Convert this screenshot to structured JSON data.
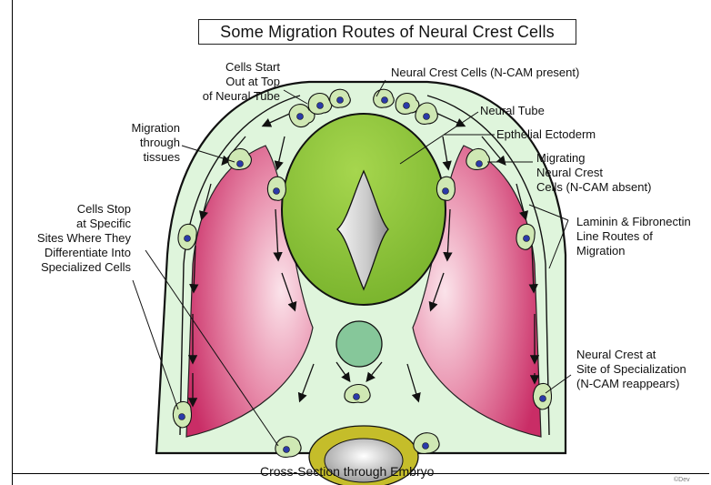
{
  "title": "Some Migration Routes of Neural Crest Cells",
  "caption": "Cross-Section through Embryo",
  "credit": "©Dev",
  "labels": {
    "cells_start": [
      "Cells Start",
      "Out at Top",
      "of Neural Tube"
    ],
    "migration_tissues": [
      "Migration",
      "through",
      "tissues"
    ],
    "cells_stop": [
      "Cells Stop",
      "at Specific",
      "Sites Where They",
      "Differentiate  Into",
      "Specialized Cells"
    ],
    "ncc_present": [
      "Neural Crest Cells (N-CAM present)"
    ],
    "neural_tube": [
      "Neural Tube"
    ],
    "ectoderm": [
      "Epthelial Ectoderm"
    ],
    "migrating_ncc": [
      "Migrating",
      "Neural Crest",
      "Cells (N-CAM absent)"
    ],
    "laminin": [
      "Laminin & Fibronectin",
      "Line Routes of",
      "Migration"
    ],
    "site_spec": [
      "Neural Crest at",
      "Site of Specialization",
      "(N-CAM reappears)"
    ]
  },
  "colors": {
    "embryo_fill": "#dff5dc",
    "neural_tube": "#8cc43c",
    "muscle": "#d8437a",
    "notochord": "#86c79a",
    "aorta_ring": "#b8b020"
  }
}
